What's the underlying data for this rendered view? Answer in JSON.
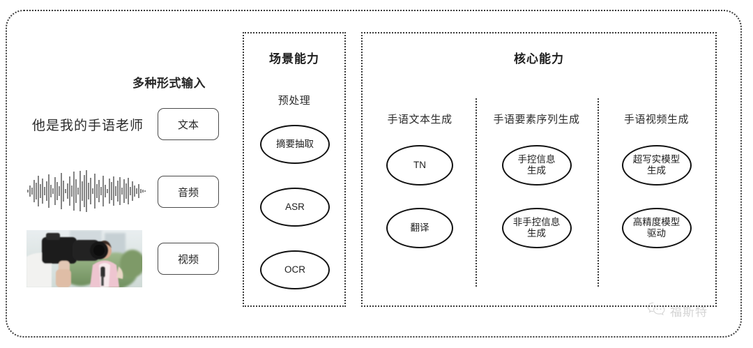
{
  "diagram": {
    "input_section": {
      "heading": "多种形式输入",
      "sample_sentence": "他是我的手语老师",
      "modalities": [
        {
          "label": "文本",
          "icon": "text-sample"
        },
        {
          "label": "音频",
          "icon": "audio-waveform"
        },
        {
          "label": "视频",
          "icon": "video-thumbnail"
        }
      ]
    },
    "scene_panel": {
      "title": "场景能力",
      "subtitle": "预处理",
      "nodes": [
        "摘要抽取",
        "ASR",
        "OCR"
      ]
    },
    "core_panel": {
      "title": "核心能力",
      "columns": [
        {
          "header": "手语文本生成",
          "nodes": [
            "TN",
            "翻译"
          ]
        },
        {
          "header": "手语要素序列生成",
          "nodes": [
            "手控信息\n生成",
            "非手控信息\n生成"
          ]
        },
        {
          "header": "手语视频生成",
          "nodes": [
            "超写实模型\n生成",
            "高精度模型\n驱动"
          ]
        }
      ]
    },
    "watermark": {
      "icon": "wechat-icon",
      "text": "福斯特"
    },
    "colors": {
      "frame": "#3a3a3a",
      "node_outline": "#111111",
      "text": "#2b2b2b",
      "watermark": "#9a9a9a",
      "background": "#ffffff"
    }
  }
}
